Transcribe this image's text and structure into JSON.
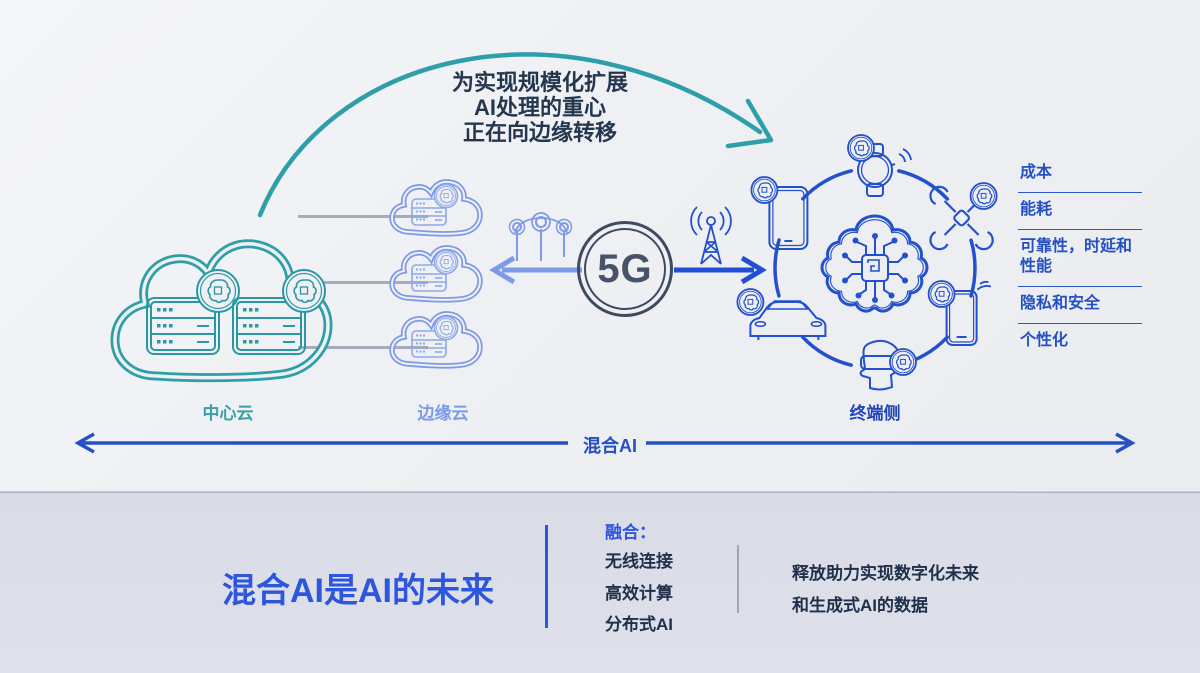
{
  "headline": {
    "line1": "为实现规模化扩展",
    "line2": "AI处理的重心",
    "line3": "正在向边缘转移"
  },
  "zones": {
    "central_cloud_label": "中心云",
    "edge_cloud_label": "边缘云",
    "device_side_label": "终端侧",
    "five_g_label": "5G"
  },
  "benefits": {
    "items": [
      "成本",
      "能耗",
      "可靠性，时延和性能",
      "隐私和安全",
      "个性化"
    ]
  },
  "axis": {
    "label": "混合AI"
  },
  "footer": {
    "title": "混合AI是AI的未来",
    "fusion_heading": "融合：",
    "fusion_items": [
      "无线连接",
      "高效计算",
      "分布式AI"
    ],
    "statement_line1": "释放助力实现数字化未来",
    "statement_line2": "和生成式AI的数据"
  },
  "colors": {
    "teal": "#2d9fa9",
    "light_blue": "#7e99e8",
    "device_blue": "#2350cc",
    "dark_navy": "#24374f",
    "title_blue": "#2d55dd",
    "axis_blue": "#2450c4",
    "slate_5g": "#3d4a5f",
    "band_bg": "#dbdde8"
  }
}
